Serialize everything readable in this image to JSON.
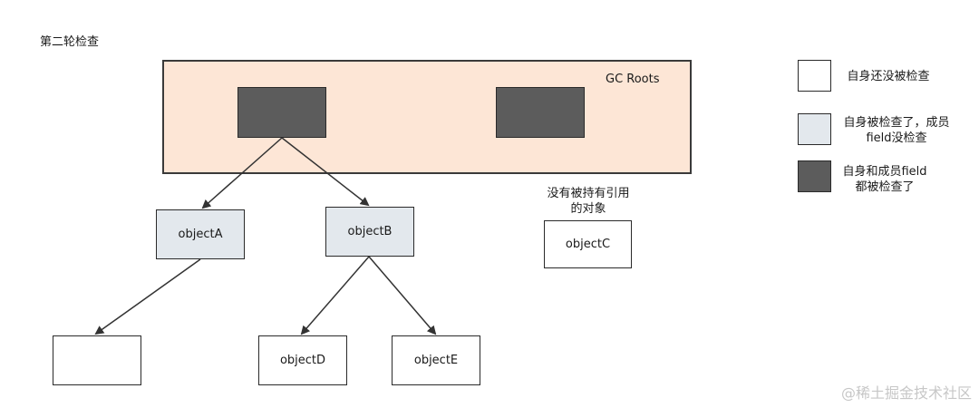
{
  "title": "第二轮检查",
  "roots_label": "GC Roots",
  "nodes": {
    "objectA": "objectA",
    "objectB": "objectB",
    "objectC": "objectC",
    "objectD": "objectD",
    "objectE": "objectE"
  },
  "unreferenced_note": {
    "line1": "没有被持有引用",
    "line2": "的对象"
  },
  "legend": {
    "unchecked": "自身还没被检查",
    "partial_line1": "自身被检查了，成员",
    "partial_line2": "field没检查",
    "full_line1": "自身和成员field",
    "full_line2": "都被检查了"
  },
  "colors": {
    "roots_background": "#fde6d6",
    "fully_checked": "#5c5c5c",
    "partially_checked": "#e3e8ed",
    "unchecked": "#ffffff"
  },
  "watermark": "@稀土掘金技术社区"
}
